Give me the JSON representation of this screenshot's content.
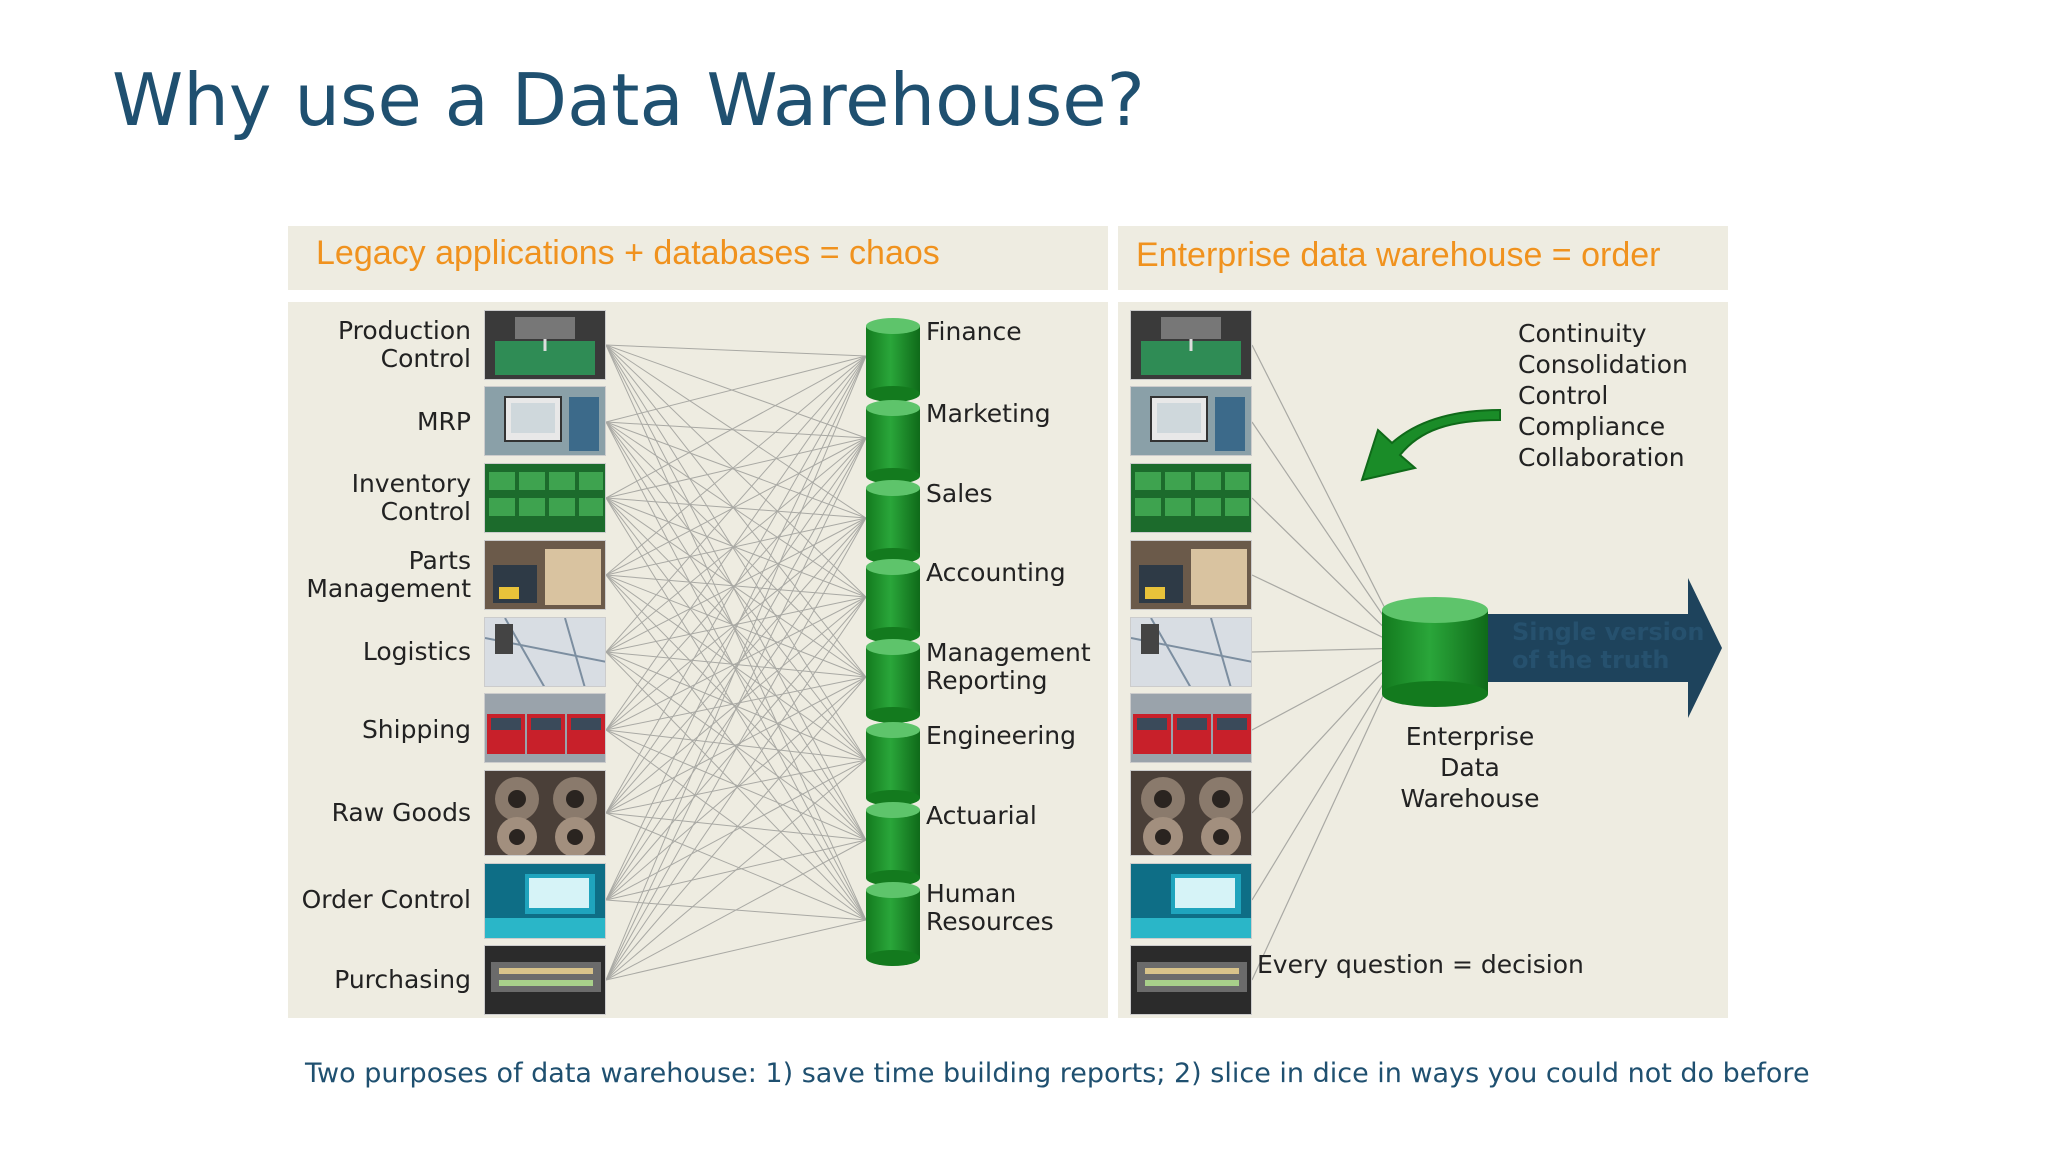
{
  "title": "Why use a Data Warehouse?",
  "left_header": "Legacy applications + databases = chaos",
  "right_header": "Enterprise data warehouse = order",
  "sources": [
    {
      "line1": "Production",
      "line2": "Control",
      "img": "pcb-machine"
    },
    {
      "line1": "MRP",
      "line2": "",
      "img": "computer-monitor"
    },
    {
      "line1": "Inventory",
      "line2": "Control",
      "img": "circuit-boards"
    },
    {
      "line1": "Parts",
      "line2": "Management",
      "img": "warehouse-forklift"
    },
    {
      "line1": "Logistics",
      "line2": "",
      "img": "map-planning"
    },
    {
      "line1": "Shipping",
      "line2": "",
      "img": "red-trucks"
    },
    {
      "line1": "Raw Goods",
      "line2": "",
      "img": "steel-coils"
    },
    {
      "line1": "Order Control",
      "line2": "",
      "img": "phone-device"
    },
    {
      "line1": "Purchasing",
      "line2": "",
      "img": "cash-register"
    }
  ],
  "destinations": [
    {
      "line1": "Finance",
      "line2": ""
    },
    {
      "line1": "Marketing",
      "line2": ""
    },
    {
      "line1": "Sales",
      "line2": ""
    },
    {
      "line1": "Accounting",
      "line2": ""
    },
    {
      "line1": "Management",
      "line2": "Reporting"
    },
    {
      "line1": "Engineering",
      "line2": ""
    },
    {
      "line1": "Actuarial",
      "line2": ""
    },
    {
      "line1": "Human",
      "line2": "Resources"
    }
  ],
  "benefits": [
    "Continuity",
    "Consolidation",
    "Control",
    "Compliance",
    "Collaboration"
  ],
  "edw_label_line1": "Enterprise Data",
  "edw_label_line2": "Warehouse",
  "truth_line1": "Single version",
  "truth_line2": "of the truth",
  "every_question": "Every question = decision",
  "footer": "Two purposes of data warehouse: 1) save time building reports; 2) slice in dice in ways you could not do before",
  "colors": {
    "title": "#1f5070",
    "header_text": "#f0921e",
    "panel_bg": "#eeece1",
    "cylinder": "#1a8c28",
    "arrow": "#1e435c"
  }
}
